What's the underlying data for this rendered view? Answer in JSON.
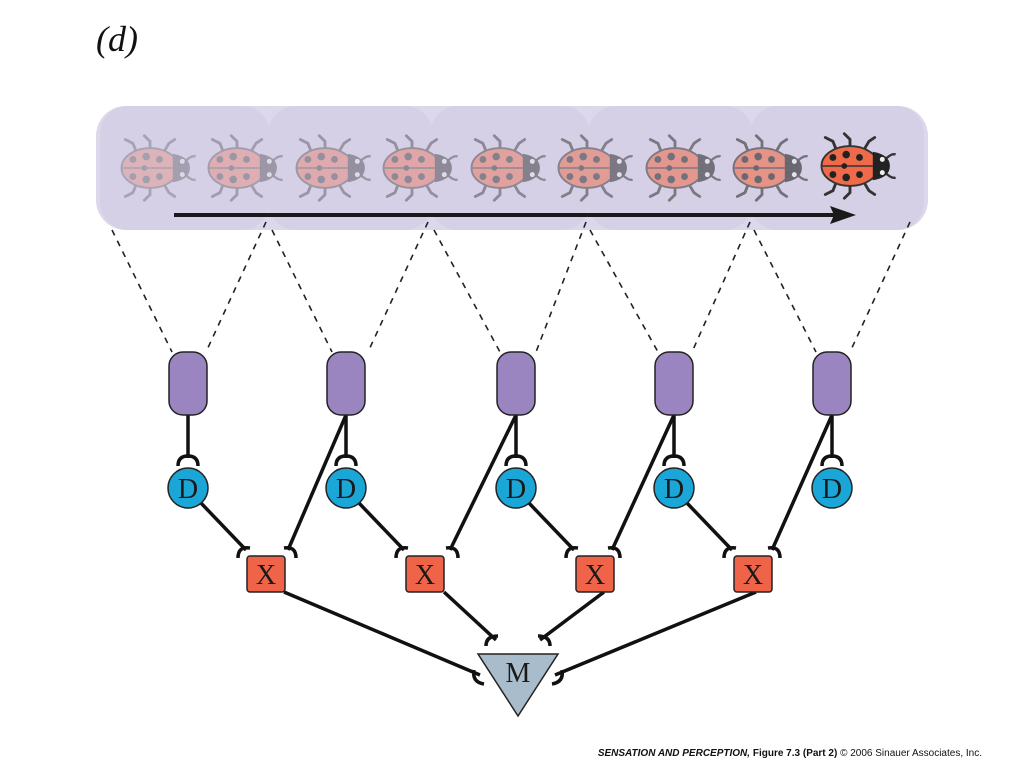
{
  "panel_label": "(d)",
  "nodes": {
    "detector_label": "D",
    "multiplier_label": "X",
    "output_label": "M"
  },
  "caption": {
    "title": "SENSATION AND PERCEPTION,",
    "figure": "Figure 7.3 (Part 2)",
    "copyright": "© 2006 Sinauer Associates, Inc."
  },
  "colors": {
    "receptive_field": "#dcd7ea",
    "receptor": "#9b85c1",
    "detector": "#1ba6d8",
    "multiplier": "#ef6448",
    "output": "#a9bccb",
    "ladybug_body": "#ef6a48",
    "line": "#111111"
  },
  "icons": {
    "motion_arrow": "arrow-right-icon",
    "ladybug": "ladybug-icon"
  }
}
